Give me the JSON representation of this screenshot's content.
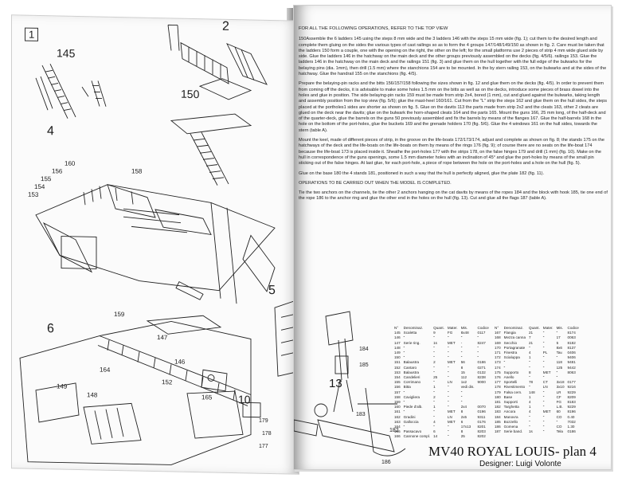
{
  "left_page": {
    "figures": [
      {
        "id": "box1",
        "label": "1"
      },
      {
        "id": "f145",
        "label": "145"
      },
      {
        "id": "f2",
        "label": "2"
      },
      {
        "id": "f150",
        "label": "150"
      },
      {
        "id": "f4",
        "label": "4"
      },
      {
        "id": "f160",
        "label": "160"
      },
      {
        "id": "f156",
        "label": "156"
      },
      {
        "id": "f155",
        "label": "155"
      },
      {
        "id": "f154",
        "label": "154"
      },
      {
        "id": "f153",
        "label": "153"
      },
      {
        "id": "f158",
        "label": "158"
      },
      {
        "id": "f5",
        "label": "5"
      },
      {
        "id": "f6",
        "label": "6"
      },
      {
        "id": "f159",
        "label": "159"
      },
      {
        "id": "f147",
        "label": "147"
      },
      {
        "id": "f146",
        "label": "146"
      },
      {
        "id": "f164",
        "label": "164"
      },
      {
        "id": "f149",
        "label": "149"
      },
      {
        "id": "f148",
        "label": "148"
      },
      {
        "id": "f152",
        "label": "152"
      },
      {
        "id": "f165",
        "label": "165"
      },
      {
        "id": "f10",
        "label": "10"
      }
    ]
  },
  "right_page": {
    "heading": "FOR ALL THE FOLLOWING OPERATIONS, REFER TO THE TOP VIEW",
    "paragraphs": [
      "150Assemble the 6 ladders 145 using the steps 8 mm wide and the 3 ladders 146 with the steps 15 mm wide (fig. 1); cut them to the desired length and complete them gluing on the sides the various types of cast railings so as to form the 4 groups 147/148/149/150 as shown in fig. 2. Care must be taken that the ladders 150 form a couple, one with the opening on the right, the other on the left; for the small platforms use 2 pieces of strip 4 mm wide glued side by side. Glue the ladders 146 in the hatchway on the main deck and the other groups previously assembled on the decks (fig. 4/5/6). railings 153. Glue the ladders 146 in the hatchway on the main deck and the railings 151 (fig. 3) and glue them on the hull together with the full edge of the bulwarks for the belaying pins (dia. 1mm), then drill (1.5 mm) where the stanchions 154 are to be mounted. In the by stern railing 153, on the bulwarks and at the sides of the hatchway. Glue the handrail 155 on the stanchions (fig. 4/5).",
      "Prepare the belaying-pin racks and the bitts 156/157/158 following the sizes shown in fig. 12 and glue them on the decks (fig. 4/5). In order to prevent them from coming off the decks, it is advisable to make some holes 1.5 mm on the bitts as well as on the decks, introduce some pieces of brass dowel into the holes and glue in position. The side belaying-pin racks 159 must be made from strip 2x4, bored (1 mm), cut and glued against the bulwarks, taking length and assembly position from the top view (fig. 5/6); glue the mast-heel 160/161. Cut from the \"L\" strip the steps 162 and glue them on the hull sides, the steps placed at the portholes1 sides are shorter as shown on fig. 5. Glue on the davits 113 the parts made from strip 2x2 and the cleats 163, other 2 cleats are glued on the deck near the davits; glue on the bulwark the horn-shaped cleats 164 and the parts 165. Mount the guns 166, 25 mm long, of the half-deck and of the quarter-deck, glue the barrels on the guns 50 previously assembled and fix the barrels by means of the flanges 167. Glue the half-barrels 168 in the hole on the bottom of the port-holes, glue the buckets 169 and the grenade holders 170 (fig. 5/6). Glue the 4 windows 161 on the hull sides, towards the stern (table A).",
      "Mount the keel, made of different pieces of strip, in the groove on the life-boats 172/173/174, adjust and complete as shown on fig. 8; the stands 175 on the hatchways of the deck and the life-boats on the life-boats on them by means of the rings 176 (fig. 9); of course there are no seats on the life-boat 174 because the life-boat 173 is placed inside it. Sheathe the port-holes 177 with the strips 178, on the false hinges 179 and drill (1 mm) (fig. 10). Make on the hull in correspondence of the guns openings, some 1.5 mm diameter holes with an inclination of 45° and glue the port-holes by means of the small pin sticking out of the false hinges. At last glue, for each port-hole, a piece of rope between the hole on the port-holes and a hole on the hull (fig. 5).",
      "Glue on the base 180 the 4 stands 181, positioned in such a way that the hull is perfectly aligned, glue the plate 182 (fig. 11).",
      "OPERATIONS TO BE CARRIED OUT WHEN THE MODEL IS COMPLETED.",
      "Tie the two anchors on the channels, tie the other 2 anchors hanging on the cat davits by means of the ropes 184 and the block with hook 185, tie one end of the rope 186 to the anchor ring and glue the other end in the holes on the hull (fig. 13). Cut and glue all the flags 187 (table A)."
    ],
    "figures": [
      {
        "id": "f13",
        "label": "13"
      },
      {
        "id": "f184",
        "label": "184"
      },
      {
        "id": "f185",
        "label": "185"
      },
      {
        "id": "f186",
        "label": "186"
      },
      {
        "id": "f183",
        "label": "183"
      },
      {
        "id": "f182",
        "label": "182"
      },
      {
        "id": "f179",
        "label": "179"
      },
      {
        "id": "f178",
        "label": "178"
      },
      {
        "id": "f177",
        "label": "177"
      }
    ],
    "table_left": {
      "headers": [
        "N°",
        "Denominaz.",
        "Quant.",
        "Mater.",
        "Mis.",
        "Codice"
      ],
      "rows": [
        [
          "145",
          "Scaletta",
          "9",
          "FG",
          "8x48",
          "0117"
        ],
        [
          "146",
          "\"",
          "\"",
          "\"",
          "\"",
          "\""
        ],
        [
          "147",
          "Serie ring.",
          "1s",
          "MET",
          "-",
          "8247"
        ],
        [
          "148",
          "\"",
          "\"",
          "\"",
          "\"",
          "\""
        ],
        [
          "149",
          "\"",
          "\"",
          "\"",
          "\"",
          "\""
        ],
        [
          "150",
          "\"",
          "\"",
          "\"",
          "\"",
          "\""
        ],
        [
          "151",
          "Balaustra",
          "2",
          "MET",
          "56",
          "0186"
        ],
        [
          "152",
          "Cantaro",
          "\"",
          "\"",
          "8",
          "0271"
        ],
        [
          "153",
          "Balaustra",
          "\"",
          "\"",
          "15",
          "0132"
        ],
        [
          "154",
          "Candelieri",
          "25",
          "\"",
          "112",
          "8238"
        ],
        [
          "155",
          "Corrimano",
          "\"",
          "LN",
          "1x2",
          "9000"
        ],
        [
          "156",
          "Bitta",
          "1",
          "\"",
          "vedi dis.",
          ""
        ],
        [
          "157",
          "\"",
          "\"",
          "\"",
          "\"",
          ""
        ],
        [
          "158",
          "Cavigliera",
          "2",
          "\"",
          "\"",
          ""
        ],
        [
          "159",
          "\"",
          "\"",
          "\"",
          "\"",
          ""
        ],
        [
          "160",
          "Piede d'alb.",
          "1",
          "\"",
          "2x4",
          "0070"
        ],
        [
          "161",
          "\"",
          "\"",
          "MET",
          "8",
          "0196"
        ],
        [
          "162",
          "Gradini",
          "\"",
          "LN",
          "2x5",
          "9311"
        ],
        [
          "163",
          "Galloccia",
          "4",
          "MET",
          "6",
          "0176"
        ],
        [
          "164",
          "\"",
          "\"",
          "\"",
          "17x13",
          "8201"
        ],
        [
          "165",
          "Passacavo",
          "6",
          "\"",
          "8",
          "8203"
        ],
        [
          "166",
          "Cannone compl.",
          "14",
          "\"",
          "25",
          "8202"
        ]
      ]
    },
    "table_right": {
      "headers": [
        "N°",
        "Denominaz.",
        "Quant.",
        "Mater.",
        "Mis.",
        "Codice"
      ],
      "rows": [
        [
          "167",
          "Flangia",
          "21",
          "\"",
          "\"",
          "8174"
        ],
        [
          "168",
          "Mezza canna",
          "7",
          "\"",
          "17",
          "0063"
        ],
        [
          "169",
          "Secchio",
          "21",
          "\"",
          "5",
          "8182"
        ],
        [
          "170",
          "Portagranate",
          "\"",
          "\"",
          "8x6",
          "8137"
        ],
        [
          "171",
          "Finestra",
          "4",
          "PL",
          "Tav.",
          "0406"
        ],
        [
          "172",
          "Scialuppa",
          "1",
          "\"",
          "\"",
          "9406"
        ],
        [
          "173",
          "\"",
          "\"",
          "\"",
          "118",
          "9481"
        ],
        [
          "174",
          "\"",
          "\"",
          "\"",
          "125",
          "9442"
        ],
        [
          "175",
          "Supporto",
          "8",
          "MET",
          "\"",
          "8063"
        ],
        [
          "176",
          "Anello",
          "\"",
          "\"",
          "\"",
          ""
        ],
        [
          "177",
          "Sportelli",
          "78",
          "CT",
          "3x18",
          "0177"
        ],
        [
          "178",
          "Rivestimento",
          "\"",
          "LN",
          "3x10",
          "9216"
        ],
        [
          "179",
          "Falsa cern.",
          "148",
          "\"",
          "LR",
          "9229"
        ],
        [
          "180",
          "Base",
          "1",
          "\"",
          "CF",
          "8209"
        ],
        [
          "181",
          "Supporti",
          "4",
          "\"",
          "FG",
          "8183"
        ],
        [
          "182",
          "Targhetta",
          "1",
          "\"",
          "L.B.",
          "9229"
        ],
        [
          "183",
          "Ancora",
          "4",
          "MET",
          "60",
          "8196"
        ],
        [
          "184",
          "Manovra",
          "\"",
          "\"",
          "CO",
          "0.40"
        ],
        [
          "185",
          "Bozzello",
          "\"",
          "\"",
          "\"",
          "7032"
        ],
        [
          "186",
          "Gomena",
          "\"",
          "\"",
          "CO",
          "1.30"
        ],
        [
          "187",
          "Serie band.",
          "1s",
          "\"",
          "Tela",
          "0186"
        ]
      ]
    },
    "title": "MV40 ROYAL LOUIS- plan 4",
    "designer": "Designer: Luigi Volonte"
  }
}
